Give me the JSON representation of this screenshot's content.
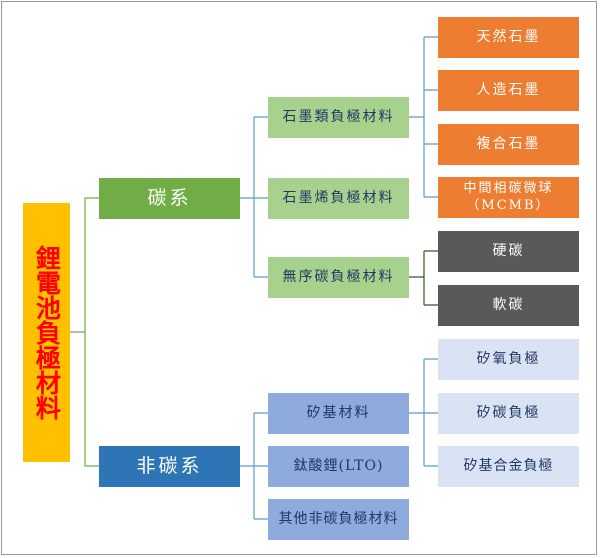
{
  "colors": {
    "root_bg": "#ffc000",
    "root_text": "#ff0000",
    "carbon": "#70ad47",
    "non_carbon": "#2e75b6",
    "light_green": "#a9d18e",
    "medium_blue": "#8faadc",
    "orange": "#ed7d31",
    "dark_gray": "#595959",
    "light_blue": "#dae3f3",
    "line_green": "#70ad47",
    "line_blue": "#5b9bd5",
    "line_dark": "#375623"
  },
  "tree": {
    "root": "鋰電池負極材料",
    "carbon": {
      "label": "碳系",
      "graphite": "石墨類負極材料",
      "graphene": "石墨烯負極材料",
      "amorphous": "無序碳負極材料",
      "graphite_children": [
        "天然石墨",
        "人造石墨",
        "複合石墨",
        "中間相碳微球\n（MCMB）"
      ],
      "amorphous_children": [
        "硬碳",
        "軟碳"
      ]
    },
    "non_carbon": {
      "label": "非碳系",
      "silicon": "矽基材料",
      "lto": "鈦酸鋰(LTO)",
      "other": "其他非碳負極材料",
      "silicon_children": [
        "矽氧負極",
        "矽碳負極",
        "矽基合金負極"
      ]
    }
  }
}
